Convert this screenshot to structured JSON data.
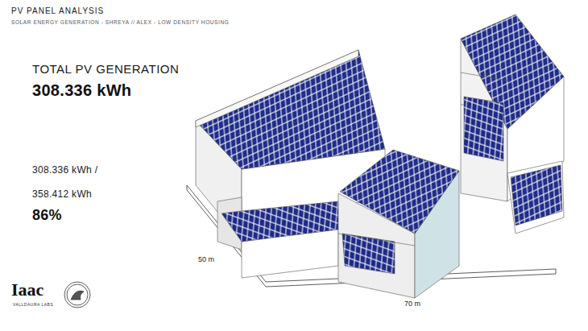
{
  "diagram": {
    "title": "PV PANEL ANALYSIS",
    "labels": [
      "SOLAR ENERGY GENERATION - SHREYA // ALEX - LOW DENSITY HOUSING",
      "TOTAL PV GENERATION",
      "308.336 kWh",
      "308.336 kWh /",
      "358.412 kWh",
      "86%",
      "50 m",
      "70 m",
      "Iaac",
      "VALLDAURA LABS"
    ]
  }
}
